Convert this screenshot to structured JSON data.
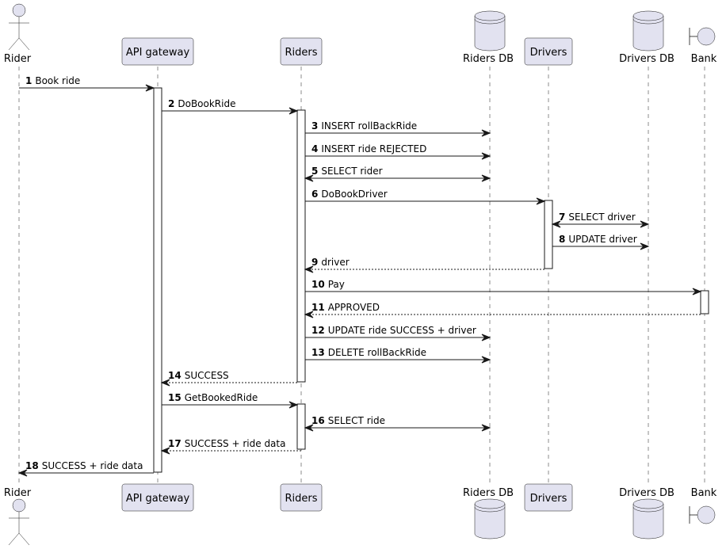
{
  "participants": [
    {
      "id": "rider",
      "label": "Rider",
      "kind": "actor"
    },
    {
      "id": "api",
      "label": "API gateway",
      "kind": "participant"
    },
    {
      "id": "riders",
      "label": "Riders",
      "kind": "participant"
    },
    {
      "id": "ridersdb",
      "label": "Riders DB",
      "kind": "database"
    },
    {
      "id": "drivers",
      "label": "Drivers",
      "kind": "participant"
    },
    {
      "id": "driversdb",
      "label": "Drivers DB",
      "kind": "database"
    },
    {
      "id": "bank",
      "label": "Bank",
      "kind": "boundary"
    }
  ],
  "messages": [
    {
      "num": "1",
      "label": "Book ride",
      "from": "rider",
      "to": "api",
      "style": "solid"
    },
    {
      "num": "2",
      "label": "DoBookRide",
      "from": "api",
      "to": "riders",
      "style": "solid"
    },
    {
      "num": "3",
      "label": "INSERT rollBackRide",
      "from": "riders",
      "to": "ridersdb",
      "style": "solid"
    },
    {
      "num": "4",
      "label": "INSERT ride REJECTED",
      "from": "riders",
      "to": "ridersdb",
      "style": "solid"
    },
    {
      "num": "5",
      "label": "SELECT rider",
      "from": "riders",
      "to": "ridersdb",
      "style": "both"
    },
    {
      "num": "6",
      "label": "DoBookDriver",
      "from": "riders",
      "to": "drivers",
      "style": "solid"
    },
    {
      "num": "7",
      "label": "SELECT driver",
      "from": "drivers",
      "to": "driversdb",
      "style": "both"
    },
    {
      "num": "8",
      "label": "UPDATE driver",
      "from": "drivers",
      "to": "driversdb",
      "style": "solid"
    },
    {
      "num": "9",
      "label": "driver",
      "from": "drivers",
      "to": "riders",
      "style": "dotted"
    },
    {
      "num": "10",
      "label": "Pay",
      "from": "riders",
      "to": "bank",
      "style": "solid"
    },
    {
      "num": "11",
      "label": "APPROVED",
      "from": "bank",
      "to": "riders",
      "style": "dotted"
    },
    {
      "num": "12",
      "label": "UPDATE ride SUCCESS + driver",
      "from": "riders",
      "to": "ridersdb",
      "style": "solid"
    },
    {
      "num": "13",
      "label": "DELETE rollBackRide",
      "from": "riders",
      "to": "ridersdb",
      "style": "solid"
    },
    {
      "num": "14",
      "label": "SUCCESS",
      "from": "riders",
      "to": "api",
      "style": "dotted"
    },
    {
      "num": "15",
      "label": "GetBookedRide",
      "from": "api",
      "to": "riders",
      "style": "solid"
    },
    {
      "num": "16",
      "label": "SELECT ride",
      "from": "riders",
      "to": "ridersdb",
      "style": "both"
    },
    {
      "num": "17",
      "label": "SUCCESS + ride data",
      "from": "riders",
      "to": "api",
      "style": "dotted"
    },
    {
      "num": "18",
      "label": "SUCCESS + ride data",
      "from": "api",
      "to": "rider",
      "style": "solid"
    }
  ]
}
